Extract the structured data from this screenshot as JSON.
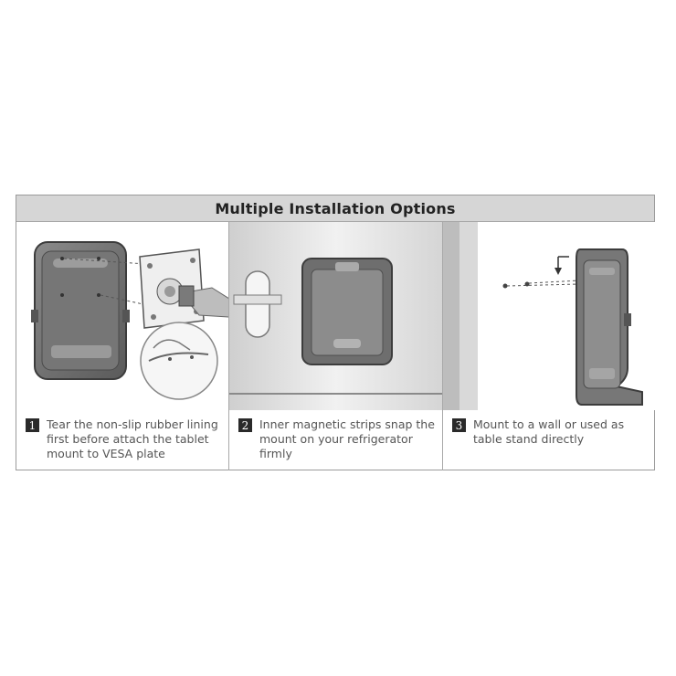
{
  "title": "Multiple Installation Options",
  "steps": [
    {
      "number": "1",
      "text": "Tear the non-slip rubber lining first before attach the tablet mount to VESA plate"
    },
    {
      "number": "2",
      "text": "Inner magnetic strips snap the mount on your refrigerator firmly"
    },
    {
      "number": "3",
      "text": "Mount to a wall or used as table stand directly"
    }
  ],
  "icons": {
    "step1": "tablet-mount-vesa-illustration",
    "step2": "refrigerator-magnetic-mount-illustration",
    "step3": "wall-mount-illustration"
  },
  "colors": {
    "title_bar": "#d6d6d6",
    "step_badge": "#2a2a2a",
    "caption_text": "#555555",
    "title_text": "#222222"
  }
}
